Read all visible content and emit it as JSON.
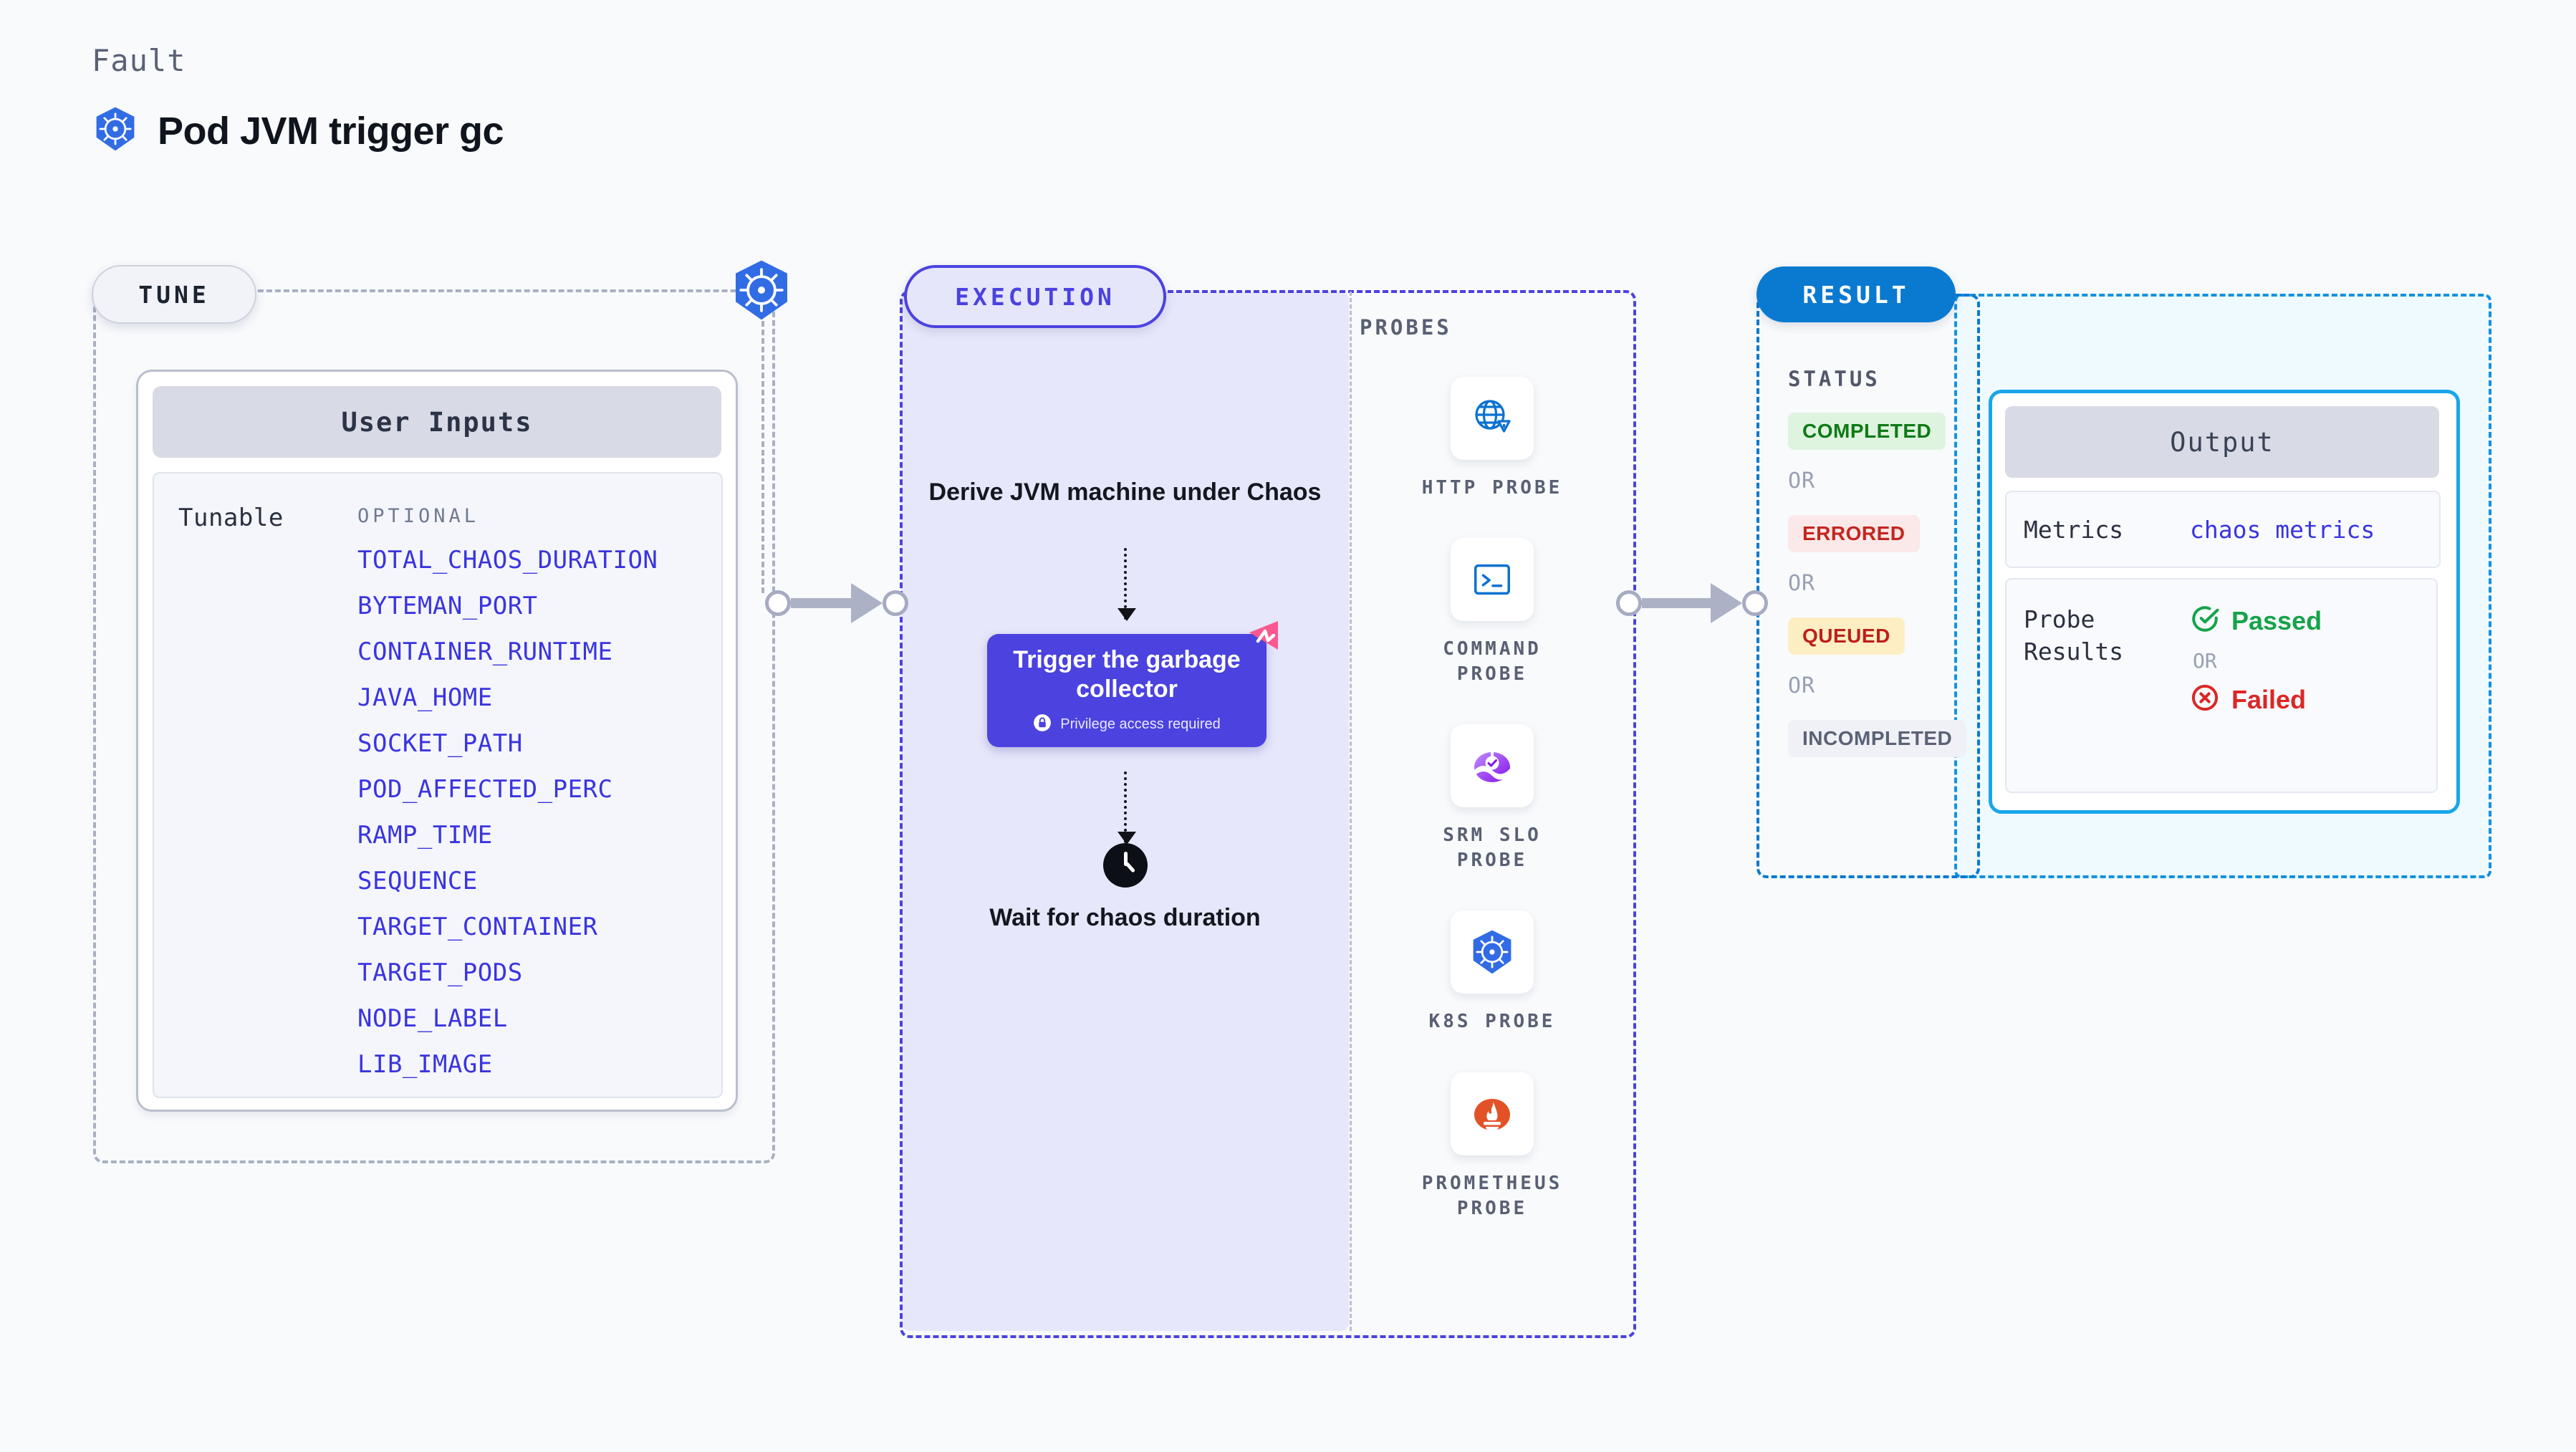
{
  "header": {
    "eyebrow": "Fault",
    "title": "Pod JVM trigger gc",
    "icon": "kubernetes-icon"
  },
  "tune": {
    "pill_label": "TUNE",
    "card_title": "User Inputs",
    "tunable_label": "Tunable",
    "optional_label": "OPTIONAL",
    "tunables": [
      "TOTAL_CHAOS_DURATION",
      "BYTEMAN_PORT",
      "CONTAINER_RUNTIME",
      "JAVA_HOME",
      "SOCKET_PATH",
      "POD_AFFECTED_PERC",
      "RAMP_TIME",
      "SEQUENCE",
      "TARGET_CONTAINER",
      "TARGET_PODS",
      "NODE_LABEL",
      "LIB_IMAGE"
    ]
  },
  "execution": {
    "pill_label": "EXECUTION",
    "steps": {
      "derive": "Derive JVM machine\nunder Chaos",
      "gc_node_title": "Trigger the garbage collector",
      "gc_node_badge": "Privilege access required",
      "gc_node_lock_icon": "lock-icon",
      "gc_node_ribbon_icon": "flag-ribbon-icon",
      "wait": "Wait for chaos duration",
      "wait_icon": "clock-icon"
    }
  },
  "probes": {
    "title": "PROBES",
    "items": [
      {
        "label": "HTTP PROBE",
        "icon": "globe-warning-icon"
      },
      {
        "label": "COMMAND\nPROBE",
        "icon": "terminal-icon"
      },
      {
        "label": "SRM SLO\nPROBE",
        "icon": "srm-slo-icon"
      },
      {
        "label": "K8S PROBE",
        "icon": "kubernetes-icon"
      },
      {
        "label": "PROMETHEUS\nPROBE",
        "icon": "prometheus-icon"
      }
    ]
  },
  "result": {
    "pill_label": "RESULT",
    "status_title": "STATUS",
    "or_label": "OR",
    "statuses": [
      {
        "label": "COMPLETED",
        "bg": "#dff4df",
        "fg": "#0f7a16"
      },
      {
        "label": "ERRORED",
        "bg": "#fbe8e8",
        "fg": "#c3261f"
      },
      {
        "label": "QUEUED",
        "bg": "#fdeec4",
        "fg": "#bb2119"
      },
      {
        "label": "INCOMPLETED",
        "bg": "#eff1f6",
        "fg": "#5b6276"
      }
    ]
  },
  "output": {
    "title": "Output",
    "metrics_label": "Metrics",
    "metrics_value": "chaos metrics",
    "probe_results_label": "Probe\nResults",
    "or_label": "OR",
    "passed_label": "Passed",
    "failed_label": "Failed",
    "passed_icon": "check-circle-icon",
    "failed_icon": "x-circle-icon"
  },
  "colors": {
    "accent_purple": "#4b42df",
    "accent_blue": "#0a79d0",
    "k8s_blue": "#326ce5",
    "ribbon_pink": "#f9598f",
    "pass_green": "#16a34a",
    "fail_red": "#dc2626"
  }
}
